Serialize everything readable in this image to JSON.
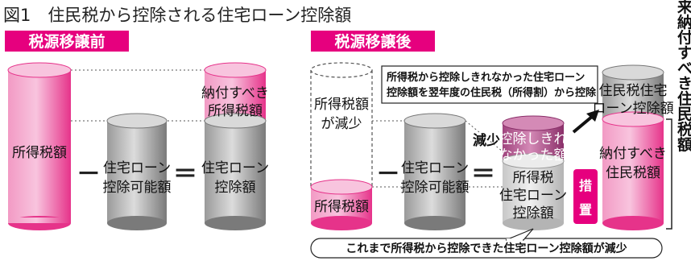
{
  "title": "図1　住民税から控除される住宅ローン控除額",
  "before": {
    "band": "税源移譲前",
    "income_tax_label": "所得税額",
    "minus": "－",
    "equals": "＝",
    "possible_label": [
      "住宅ローン",
      "控除可能額"
    ],
    "payable_label": [
      "納付すべき",
      "所得税額"
    ],
    "deduction_label": [
      "住宅ローン",
      "控除額"
    ]
  },
  "after": {
    "band": "税源移譲後",
    "reduced_label": [
      "所得税額",
      "が減少"
    ],
    "income_tax_label": "所得税額",
    "minus": "－",
    "equals": "＝",
    "possible_label": [
      "住宅ローン",
      "控除可能額"
    ],
    "decrease_label": "減少",
    "undeducted_label": [
      "控除しきれ",
      "なかった額"
    ],
    "deducted_label": [
      "所得税",
      "住宅ローン",
      "控除額"
    ],
    "note": [
      "所得税から控除しきれなかった住宅ローン",
      "控除額を翌年度の住民税（所得割）から控除"
    ],
    "measure_label": [
      "措",
      "置"
    ],
    "resident_deduction_label": [
      "住民税住宅",
      "ローン控除額"
    ],
    "resident_payable_label": [
      "納付すべき",
      "住民税額"
    ],
    "bottom_caption": "これまで所得税から控除できた住宅ローン控除額が減少",
    "side_label": "本来納付すべき住民税額"
  },
  "colors": {
    "pink": "#ec3d8c",
    "pink_light": "#f8a9cf",
    "gray": "#8c8c8c",
    "gray_light": "#d9d9d9",
    "band": "#e6007e"
  }
}
